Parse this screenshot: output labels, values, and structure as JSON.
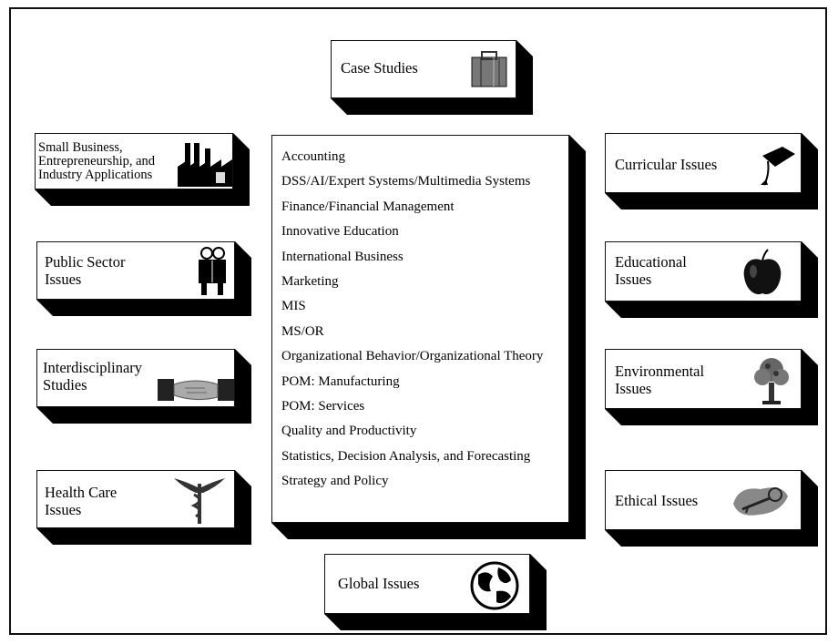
{
  "top": {
    "label": "Case Studies",
    "icon": "briefcase-icon"
  },
  "bottom": {
    "label": "Global Issues",
    "icon": "globe-icon"
  },
  "left": [
    {
      "label": "Small Business,\nEntrepreneurship, and\nIndustry Applications",
      "icon": "factory-icon"
    },
    {
      "label": "Public Sector\nIssues",
      "icon": "people-icon"
    },
    {
      "label": "Interdisciplinary\nStudies",
      "icon": "handshake-icon"
    },
    {
      "label": "Health Care\nIssues",
      "icon": "caduceus-icon"
    }
  ],
  "right": [
    {
      "label": "Curricular Issues",
      "icon": "graduation-cap-icon"
    },
    {
      "label": "Educational\nIssues",
      "icon": "apple-icon"
    },
    {
      "label": "Environmental\nIssues",
      "icon": "tree-icon"
    },
    {
      "label": "Ethical Issues",
      "icon": "key-icon"
    }
  ],
  "center": {
    "items": [
      "Accounting",
      "DSS/AI/Expert Systems/Multimedia Systems",
      "Finance/Financial Management",
      "Innovative Education",
      "International Business",
      "Marketing",
      "MIS",
      "MS/OR",
      "Organizational Behavior/Organizational Theory",
      "POM: Manufacturing",
      "POM: Services",
      "Quality and Productivity",
      "Statistics, Decision Analysis, and Forecasting",
      "Strategy and Policy"
    ]
  }
}
